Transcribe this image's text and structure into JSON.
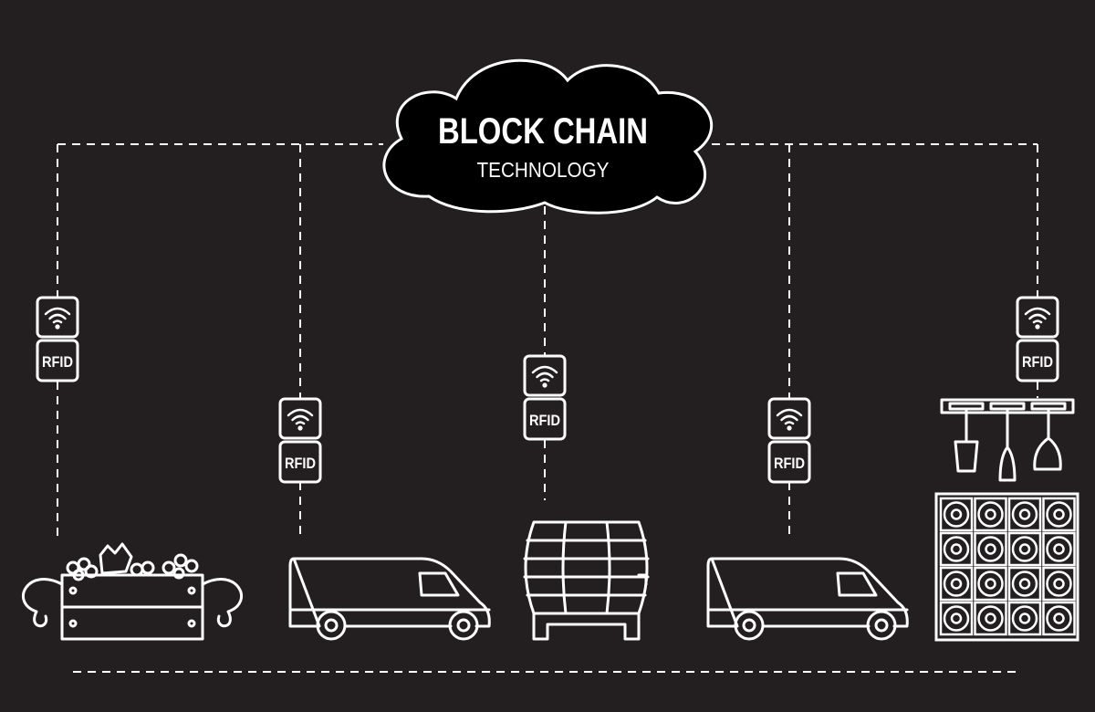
{
  "cloud": {
    "title": "BLOCK CHAIN",
    "subtitle": "TECHNOLOGY"
  },
  "tags": [
    {
      "label": "RFID",
      "icon": "wifi-icon"
    },
    {
      "label": "RFID",
      "icon": "wifi-icon"
    },
    {
      "label": "RFID",
      "icon": "wifi-icon"
    },
    {
      "label": "RFID",
      "icon": "wifi-icon"
    },
    {
      "label": "RFID",
      "icon": "wifi-icon"
    }
  ],
  "stages": [
    "grape-crate-icon",
    "delivery-van-icon",
    "wine-barrel-icon",
    "delivery-van-icon",
    "wine-rack-icon"
  ],
  "colors": {
    "background": "#231f20",
    "line": "#ffffff"
  }
}
